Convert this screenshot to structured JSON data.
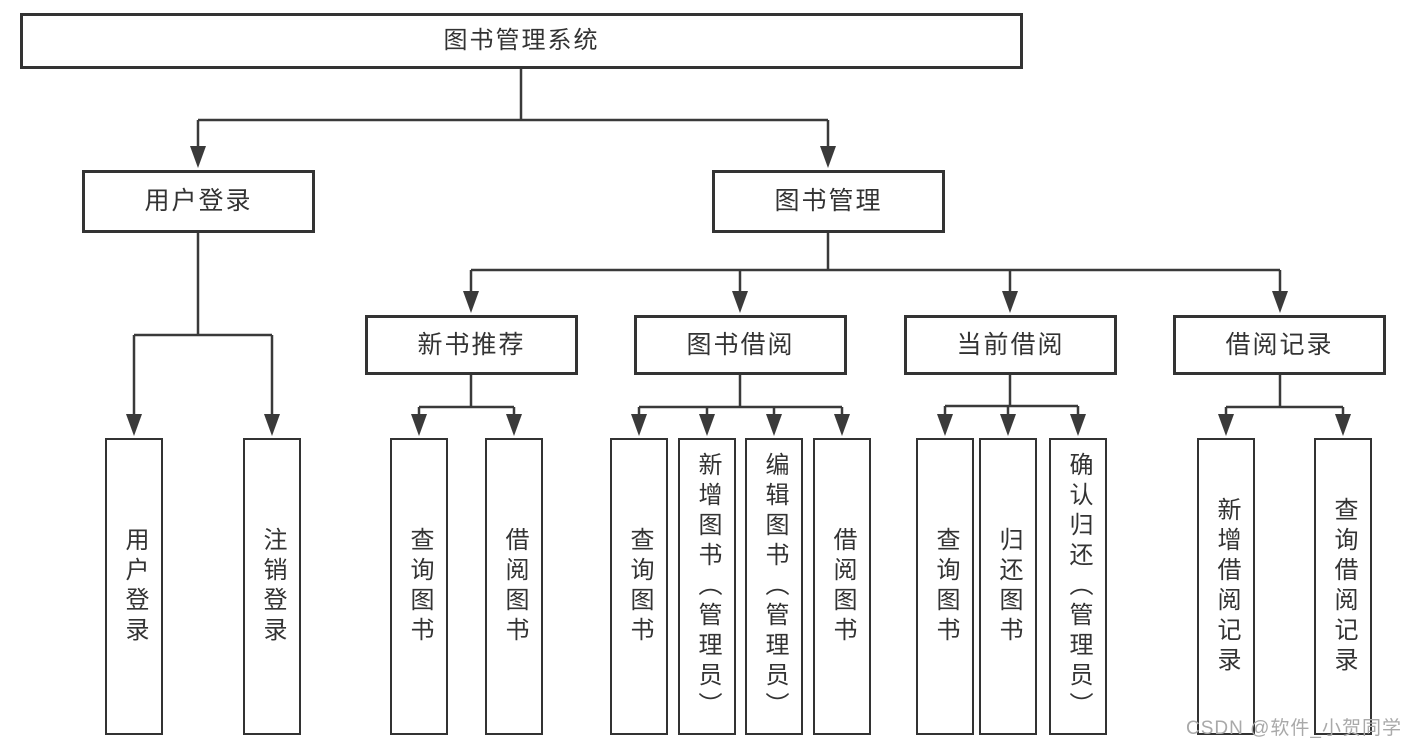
{
  "colors": {
    "line": "#3a3a3a",
    "box_border": "#333333",
    "text": "#333333",
    "watermark": "#a9a9a9",
    "background": "#ffffff"
  },
  "watermark": {
    "text": "CSDN @软件_小贺同学"
  },
  "tree": {
    "root": {
      "label": "图书管理系统",
      "children": [
        {
          "label": "用户登录",
          "children": [
            {
              "label": "用户登录"
            },
            {
              "label": "注销登录"
            }
          ]
        },
        {
          "label": "图书管理",
          "children": [
            {
              "label": "新书推荐",
              "children": [
                {
                  "label": "查询图书"
                },
                {
                  "label": "借阅图书"
                }
              ]
            },
            {
              "label": "图书借阅",
              "children": [
                {
                  "label": "查询图书"
                },
                {
                  "label": "新增图书（管理员）"
                },
                {
                  "label": "编辑图书（管理员）"
                },
                {
                  "label": "借阅图书"
                }
              ]
            },
            {
              "label": "当前借阅",
              "children": [
                {
                  "label": "查询图书"
                },
                {
                  "label": "归还图书"
                },
                {
                  "label": "确认归还（管理员）"
                }
              ]
            },
            {
              "label": "借阅记录",
              "children": [
                {
                  "label": "新增借阅记录"
                },
                {
                  "label": "查询借阅记录"
                }
              ]
            }
          ]
        }
      ]
    }
  }
}
